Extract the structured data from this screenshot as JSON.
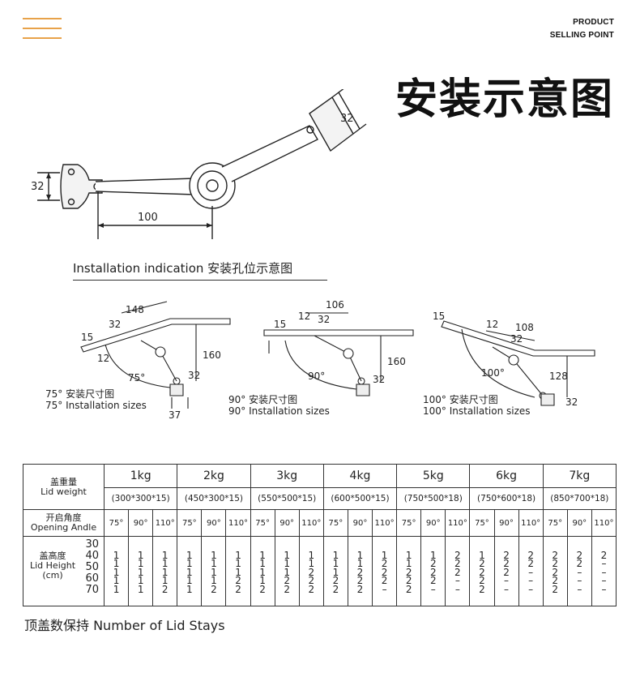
{
  "header": {
    "corner_line1": "PRODUCT",
    "corner_line2": "SELLING POINT",
    "title": "安装示意图"
  },
  "top_diagram": {
    "dim_left": "32",
    "dim_right": "32",
    "dim_bottom": "100"
  },
  "section_heading": "Installation indication 安装孔位示意图",
  "diagrams": [
    {
      "dims": [
        "148",
        "32",
        "15",
        "12",
        "160",
        "32",
        "37"
      ],
      "angle": "75°",
      "caption_cn": "75°  安装尺寸图",
      "caption_en": "75°  Installation sizes"
    },
    {
      "dims": [
        "106",
        "12",
        "32",
        "15",
        "160",
        "32"
      ],
      "angle": "90°",
      "caption_cn": "90°  安装尺寸图",
      "caption_en": "90°  Installation sizes"
    },
    {
      "dims": [
        "15",
        "12",
        "108",
        "32",
        "128",
        "32"
      ],
      "angle": "100°",
      "caption_cn": "100°  安装尺寸图",
      "caption_en": "100°  Installation sizes"
    }
  ],
  "table": {
    "lid_weight_cn": "盖重量",
    "lid_weight_en": "Lid weight",
    "opening_angle_cn": "开启角度",
    "opening_angle_en": "Opening Andle",
    "lid_height_cn": "盖高度",
    "lid_height_en": "Lid Height",
    "lid_height_unit": "(cm)",
    "heights": [
      "30",
      "40",
      "50",
      "60",
      "70"
    ],
    "weights": [
      "1kg",
      "2kg",
      "3kg",
      "4kg",
      "5kg",
      "6kg",
      "7kg"
    ],
    "sizes": [
      "(300*300*15)",
      "(450*300*15)",
      "(550*500*15)",
      "(600*500*15)",
      "(750*500*18)",
      "(750*600*18)",
      "(850*700*18)"
    ],
    "angles": [
      "75°",
      "90°",
      "110°"
    ],
    "values": [
      [
        "1\n1\n1\n1\n1",
        "1\n1\n1\n1\n1",
        "1\n1\n1\n1\n2"
      ],
      [
        "1\n1\n1\n1\n1",
        "1\n1\n1\n1\n2",
        "1\n1\n1\n2\n2"
      ],
      [
        "1\n1\n1\n1\n2",
        "1\n1\n1\n2\n2",
        "1\n1\n2\n2\n2"
      ],
      [
        "1\n1\n1\n2\n2",
        "1\n1\n2\n2\n2",
        "1\n2\n2\n2\n–"
      ],
      [
        "1\n1\n2\n2\n2",
        "1\n2\n2\n2\n–",
        "2\n2\n2\n–\n–"
      ],
      [
        "1\n2\n2\n2\n2",
        "2\n2\n2\n–\n–",
        "2\n2\n–\n–\n–"
      ],
      [
        "2\n2\n2\n2\n2",
        "2\n2\n–\n–\n–",
        "2\n–\n–\n–\n–"
      ]
    ]
  },
  "footer_text": "顶盖数保持  Number of Lid Stays"
}
